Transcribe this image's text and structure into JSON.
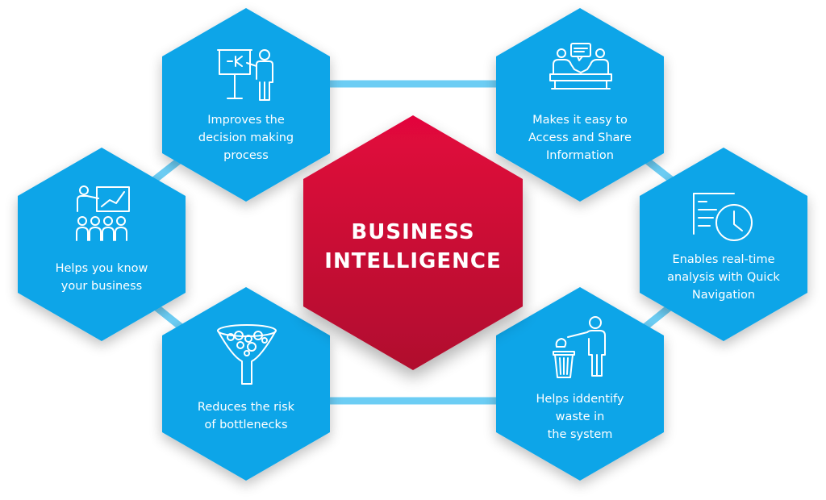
{
  "center": {
    "line1": "BUSINESS",
    "line2": "INTELLIGENCE"
  },
  "nodes": [
    {
      "id": "decision",
      "lines": [
        "Improves the",
        "decision making",
        "process"
      ],
      "icon": "presentation-icon"
    },
    {
      "id": "share",
      "lines": [
        "Makes it easy to",
        "Access and Share",
        "Information"
      ],
      "icon": "meeting-icon"
    },
    {
      "id": "know",
      "lines": [
        "Helps you know",
        "your business"
      ],
      "icon": "audience-chart-icon"
    },
    {
      "id": "realtime",
      "lines": [
        "Enables real-time",
        "analysis with Quick",
        "Navigation"
      ],
      "icon": "list-clock-icon"
    },
    {
      "id": "bottleneck",
      "lines": [
        "Reduces the risk",
        "of bottlenecks"
      ],
      "icon": "funnel-icon"
    },
    {
      "id": "waste",
      "lines": [
        "Helps iddentify",
        "waste in",
        "the system"
      ],
      "icon": "trash-person-icon"
    }
  ],
  "colors": {
    "hex": "#0aa5e8",
    "connector": "#6ccdf4",
    "center_top": "#e3063c",
    "center_bottom": "#b0102e",
    "text": "#ffffff"
  }
}
